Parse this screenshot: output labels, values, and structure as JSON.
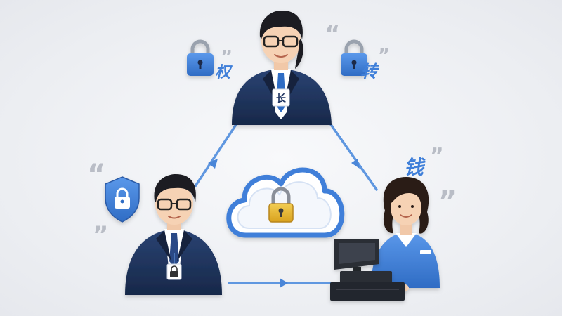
{
  "labels": {
    "badge_top": "长",
    "lock_left_char": "权",
    "lock_right_char": "转",
    "cashier_char": "钱"
  },
  "quote_marks": {
    "open": "“",
    "close": "”"
  },
  "colors": {
    "background": "#eef0f4",
    "suit": "#1f3360",
    "accent_blue": "#3f7fd9",
    "lock_gold": "#e7b836",
    "quote_gray": "#b9bdc6",
    "terminal": "#2c2f36"
  },
  "icons": [
    "padlock-icon",
    "shield-lock-icon",
    "cloud-lock-icon",
    "pos-terminal-icon",
    "quote-mark-icon"
  ]
}
